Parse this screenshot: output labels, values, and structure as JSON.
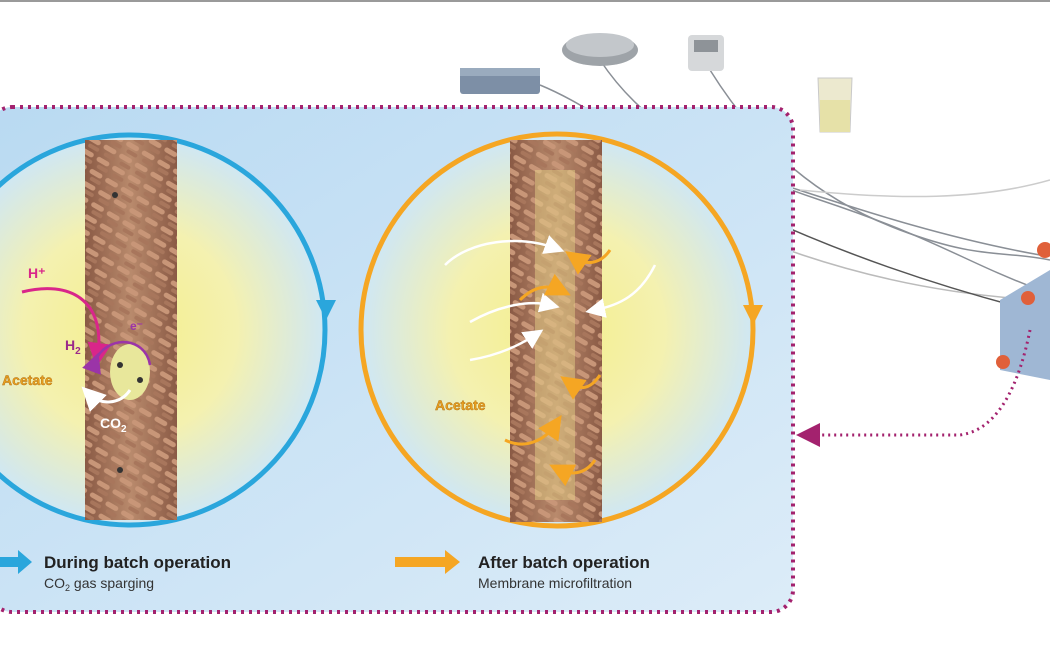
{
  "colors": {
    "frame": "#a3226e",
    "panel": "#cfe4f5",
    "during_arrow": "#2aa6dc",
    "after_arrow": "#f5a623",
    "proton": "#d9268a",
    "electron": "#9b34a8",
    "acetate": "#e8a020",
    "bacteria": "#c08a6c"
  },
  "left_panel": {
    "proton_label": "H⁺",
    "electron_label": "e⁻",
    "h2_label": "H",
    "h2_sub": "2",
    "acetate_label": "Acetate",
    "co2_label": "CO",
    "co2_sub": "2"
  },
  "right_panel": {
    "acetate_label": "Acetate"
  },
  "legend": {
    "during": {
      "title": "During batch operation",
      "subtitle_pre": "CO",
      "subtitle_sub": "2",
      "subtitle_post": " gas sparging",
      "icon": "arrow-right-icon"
    },
    "after": {
      "title": "After batch operation",
      "subtitle": "Membrane microfiltration",
      "icon": "arrow-right-icon"
    }
  }
}
